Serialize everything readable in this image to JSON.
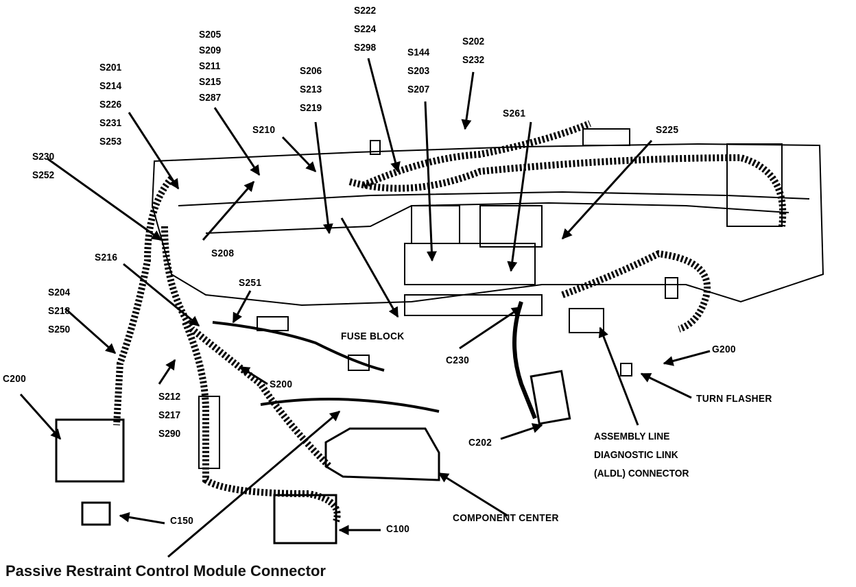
{
  "diagram": {
    "splice_groups": {
      "g1": [
        "S222",
        "S224",
        "S298"
      ],
      "g2": [
        "S205",
        "S209",
        "S211",
        "S215",
        "S287"
      ],
      "g3": [
        "S201",
        "S214",
        "S226",
        "S231",
        "S253"
      ],
      "g4": [
        "S202",
        "S232"
      ],
      "g5": [
        "S144",
        "S203",
        "S207"
      ],
      "g6": [
        "S206",
        "S213",
        "S219"
      ],
      "g7": [
        "S230",
        "S252"
      ],
      "g8": [
        "S204",
        "S218",
        "S250"
      ],
      "g9": [
        "S212",
        "S217",
        "S290"
      ]
    },
    "labels": {
      "s261": "S261",
      "s225": "S225",
      "s210": "S210",
      "s208": "S208",
      "s216": "S216",
      "s251": "S251",
      "s200": "S200",
      "fuse_block": "FUSE BLOCK",
      "c230": "C230",
      "g200": "G200",
      "turn_flasher": "TURN FLASHER",
      "c200": "C200",
      "c202": "C202",
      "aldl": [
        "ASSEMBLY LINE",
        "DIAGNOSTIC LINK",
        "(ALDL) CONNECTOR"
      ],
      "component_center": "COMPONENT CENTER",
      "c150": "C150",
      "c100": "C100"
    },
    "caption": "Passive Restraint Control Module Connector"
  }
}
